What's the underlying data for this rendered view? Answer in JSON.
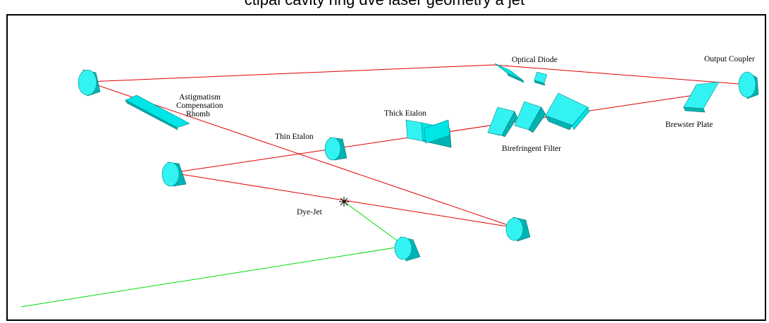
{
  "caption": "ctipal cavity ring dve laser geometry a jet",
  "labels": {
    "optical_diode": "Optical Diode",
    "output_coupler": "Output Coupler",
    "astig_1": "Astigmatism",
    "astig_2": "Compensation",
    "astig_3": "Rhomb",
    "thick_etalon": "Thick Etalon",
    "thin_etalon": "Thin Etalon",
    "brewster_plate": "Brewster Plate",
    "birefringent_filter": "Birefringent Filter",
    "dye_jet": "Dye-Jet"
  },
  "colors": {
    "cavity_beam": "#e00000",
    "pump_beam": "#00dd00",
    "optics": "#00e5e5"
  }
}
